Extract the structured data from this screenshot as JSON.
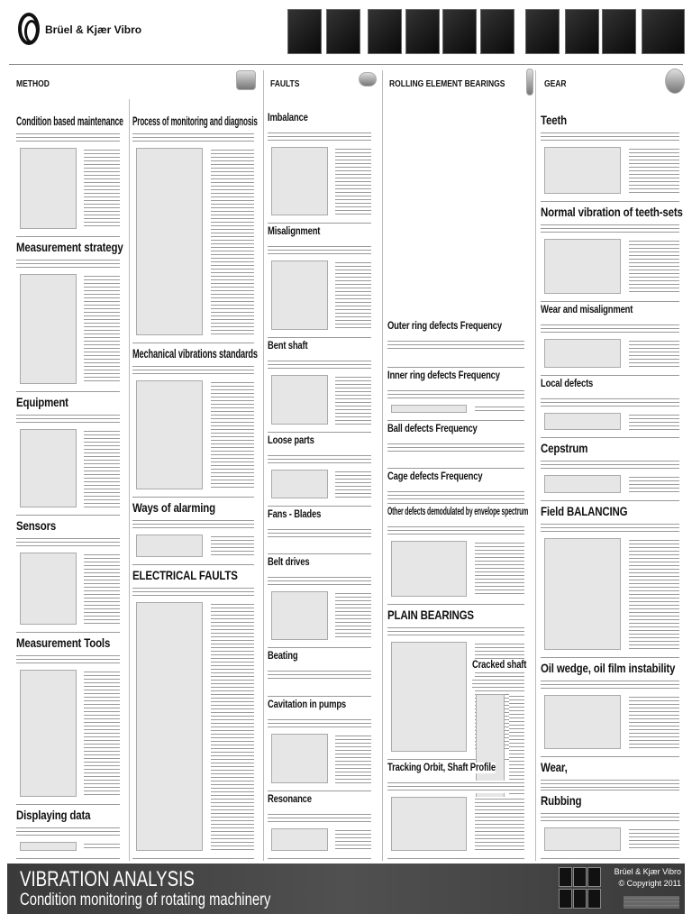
{
  "header": {
    "brand": "Brüel & Kjær Vibro",
    "photo_count": 10
  },
  "sections": {
    "method": "METHOD",
    "faults": "FAULTS",
    "bearings": "ROLLING ELEMENT BEARINGS",
    "gear": "GEAR"
  },
  "method": {
    "headings": [
      "Condition based maintenance",
      "Measurement strategy",
      "Equipment",
      "Sensors",
      "Measurement Tools",
      "Displaying data"
    ],
    "process": [
      "Process of monitoring and diagnosis",
      "Mechanical vibrations standards",
      "Ways of alarming"
    ],
    "electrical": "ELECTRICAL FAULTS"
  },
  "faults": {
    "headings": [
      "Imbalance",
      "Misalignment",
      "Bent shaft",
      "Loose parts",
      "Fans - Blades",
      "Belt drives",
      "Beating",
      "Cavitation in pumps",
      "Resonance"
    ]
  },
  "bearings": {
    "headings": [
      "Outer ring defects Frequency",
      "Inner ring defects Frequency",
      "Ball defects Frequency",
      "Cage defects Frequency",
      "Other defects demodulated by envelope spectrum"
    ],
    "plain": "PLAIN BEARINGS",
    "cracked": "Cracked shaft",
    "orbit": "Tracking Orbit, Shaft Profile"
  },
  "gear": {
    "headings": [
      "Teeth",
      "Normal vibration of teeth-sets",
      "Wear and misalignment",
      "Local defects",
      "Cepstrum",
      "Field BALANCING",
      "Oil wedge, oil film instability",
      "Wear,",
      "Rubbing"
    ]
  },
  "footer": {
    "title": "VIBRATION ANALYSIS",
    "subtitle": "Condition monitoring of rotating machinery",
    "brand": "Brüel & Kjær Vibro",
    "copyright": "© Copyright 2011"
  }
}
